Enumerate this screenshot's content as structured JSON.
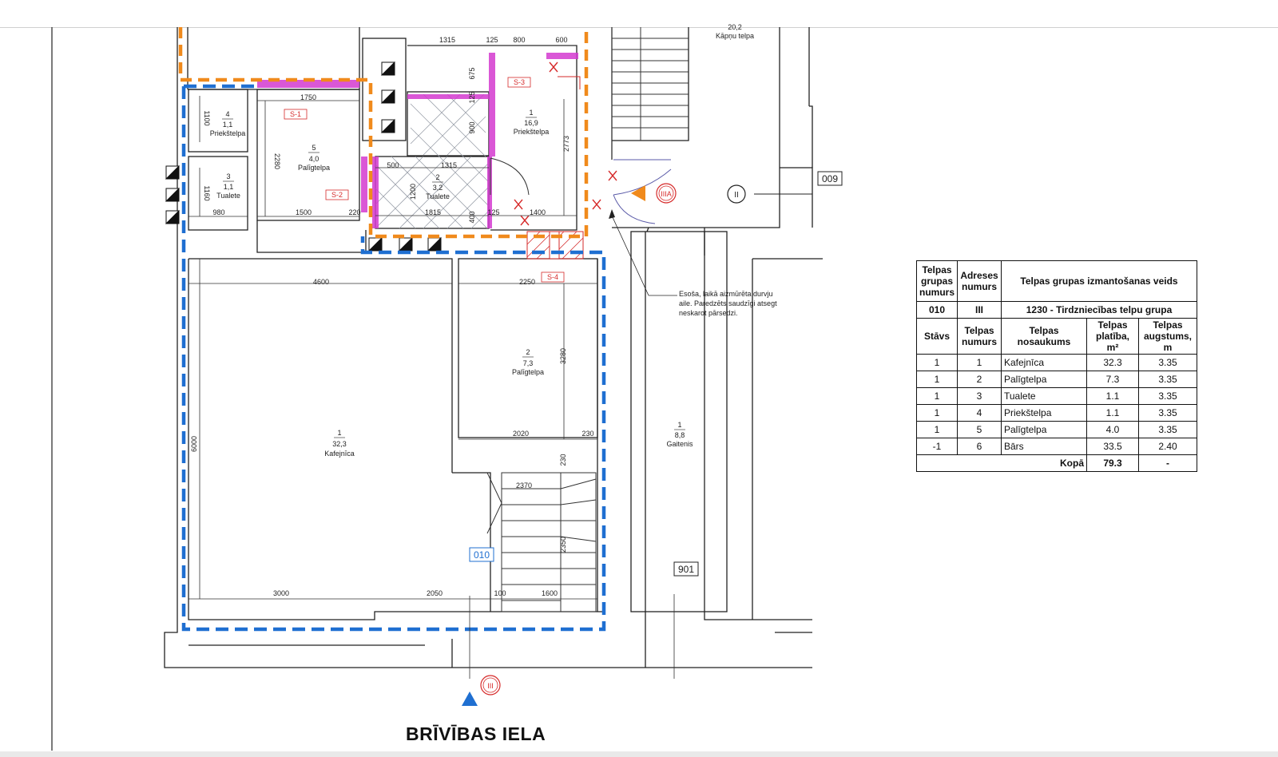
{
  "plan": {
    "rooms": [
      {
        "num": "1",
        "area": "32,3",
        "name": "Kafejnīca"
      },
      {
        "num": "2",
        "area": "7,3",
        "name": "Palīgtelpa"
      },
      {
        "num": "5",
        "area": "4,0",
        "name": "Palīgtelpa"
      },
      {
        "num": "4",
        "area": "1,1",
        "name": "Priekštelpa"
      },
      {
        "num": "3",
        "area": "1,1",
        "name": "Tualete"
      },
      {
        "num": "2",
        "area": "3,2",
        "name": "Tualete"
      },
      {
        "num": "1",
        "area": "16,9",
        "name": "Priekštelpa"
      },
      {
        "num": "1",
        "area": "8,8",
        "name": "Gaitenis"
      }
    ],
    "stair_top": "20,2",
    "stair_top_name": "Kāpņu telpa",
    "dimensions": [
      "1315",
      "125",
      "800",
      "600",
      "675",
      "125",
      "900",
      "2773",
      "1750",
      "1100",
      "2280",
      "1315",
      "500",
      "1200",
      "1815",
      "400",
      "125",
      "1400",
      "1160",
      "980",
      "1500",
      "220",
      "4600",
      "2250",
      "3280",
      "2020",
      "230",
      "230",
      "6000",
      "2370",
      "2350",
      "3000",
      "2050",
      "100",
      "1600"
    ],
    "section_tags": [
      "S-1",
      "S-2",
      "S-3",
      "S-4"
    ],
    "group_boxes": [
      "009",
      "010",
      "901"
    ],
    "markers": [
      "II",
      "IIIA",
      "III"
    ],
    "note": [
      "Esoša, laikā aizmūrēta durvju",
      "aile. Paredzēts saudzīgi atsegt",
      "neskarot pārsedzi."
    ],
    "street": "BRĪVĪBAS IELA"
  },
  "legend": {
    "header": [
      "Telpas grupas numurs",
      "Adreses numurs",
      "Telpas grupas izmantošanas veids"
    ],
    "group": [
      "010",
      "III",
      "1230 - Tirdzniecības telpu grupa"
    ],
    "columns": [
      "Stāvs",
      "Telpas numurs",
      "Telpas nosaukums",
      "Telpas platība, m²",
      "Telpas augstums, m"
    ],
    "rows": [
      [
        "1",
        "1",
        "Kafejnīca",
        "32.3",
        "3.35"
      ],
      [
        "1",
        "2",
        "Palīgtelpa",
        "7.3",
        "3.35"
      ],
      [
        "1",
        "3",
        "Tualete",
        "1.1",
        "3.35"
      ],
      [
        "1",
        "4",
        "Priekštelpa",
        "1.1",
        "3.35"
      ],
      [
        "1",
        "5",
        "Palīgtelpa",
        "4.0",
        "3.35"
      ],
      [
        "-1",
        "6",
        "Bārs",
        "33.5",
        "2.40"
      ]
    ],
    "total_label": "Kopā",
    "total_area": "79.3",
    "total_height": "-"
  },
  "colors": {
    "blue_dash": "#1f6fd1",
    "orange_dash": "#f08a1c",
    "magenta_wall": "#d43ad0",
    "red_marks": "#d62a2a"
  }
}
